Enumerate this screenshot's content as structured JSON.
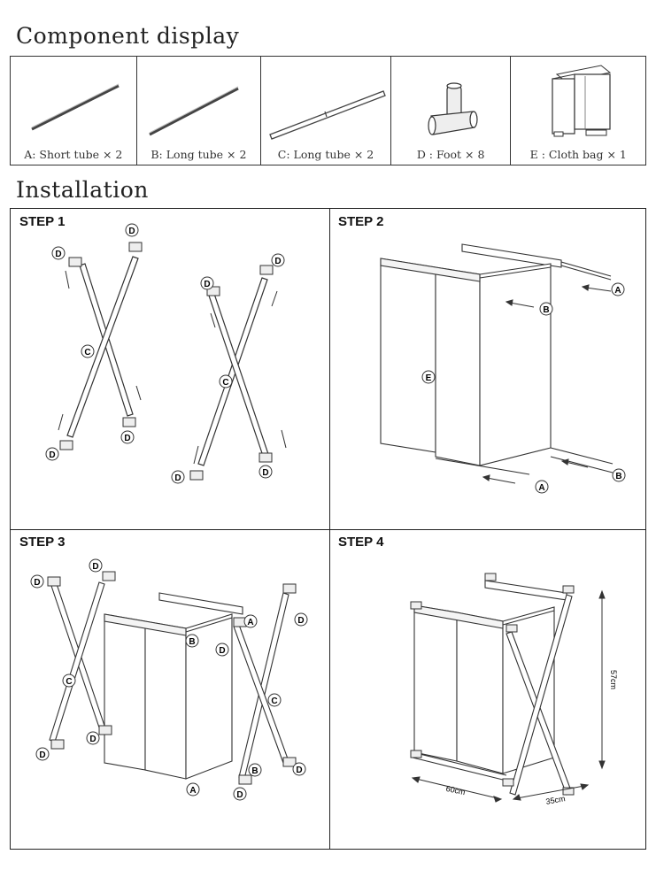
{
  "headings": {
    "components": "Component display",
    "installation": "Installation"
  },
  "components": [
    {
      "label": "A: Short tube × 2",
      "icon": "short-tube-icon"
    },
    {
      "label": "B: Long tube × 2",
      "icon": "long-tube-icon"
    },
    {
      "label": "C: Long tube × 2",
      "icon": "jointed-tube-icon"
    },
    {
      "label": "D : Foot × 8",
      "icon": "foot-connector-icon"
    },
    {
      "label": "E : Cloth bag × 1",
      "icon": "cloth-bag-icon"
    }
  ],
  "steps": [
    {
      "title": "STEP 1"
    },
    {
      "title": "STEP 2"
    },
    {
      "title": "STEP 3"
    },
    {
      "title": "STEP 4"
    }
  ],
  "part_tags": {
    "a": "A",
    "b": "B",
    "c": "C",
    "d": "D",
    "e": "E"
  },
  "dimensions": {
    "width": "60cm",
    "depth": "35cm",
    "height": "57cm"
  }
}
